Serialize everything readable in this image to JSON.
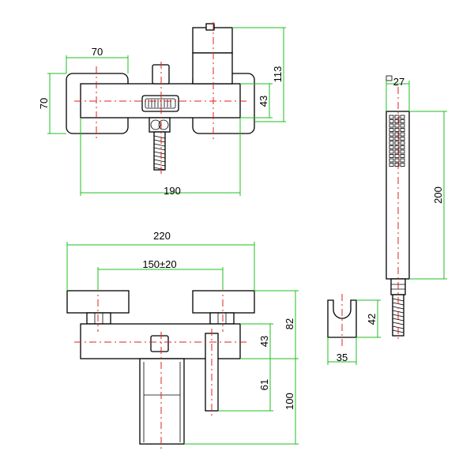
{
  "top_view": {
    "dim_handle_width": "70",
    "dim_handle_height": "70",
    "dim_body_height": "43",
    "dim_total_height": "113",
    "dim_body_width": "190"
  },
  "hand_shower": {
    "dim_width": "27",
    "dim_length": "200"
  },
  "front_view": {
    "dim_total_width": "220",
    "dim_centers": "150±20",
    "dim_body_height": "43",
    "dim_height": "82",
    "dim_spout": "61",
    "dim_depth": "100"
  },
  "holder": {
    "dim_height": "42",
    "dim_width": "35"
  }
}
